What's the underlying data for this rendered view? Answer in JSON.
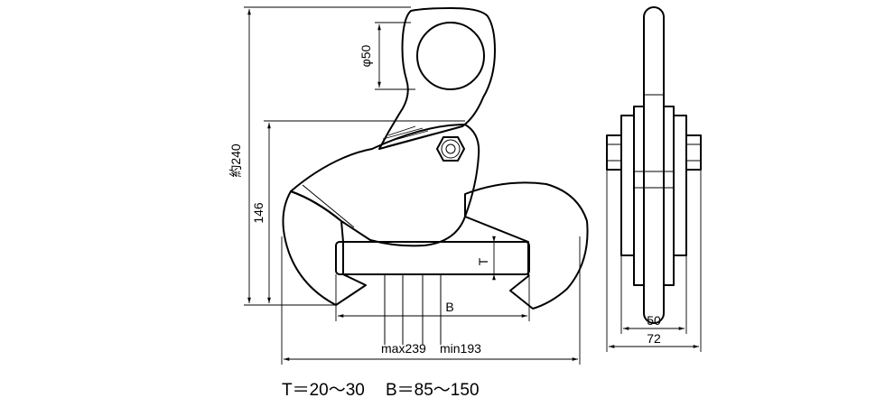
{
  "dimensions": {
    "eye_diameter": "φ50",
    "overall_height": "約240",
    "jaw_height": "146",
    "plate_thickness": "T",
    "plate_width": "B",
    "opening_max": "max239",
    "opening_min": "min193",
    "inner_width": "50",
    "outer_width": "72"
  },
  "spec": {
    "t_range": "T＝20～30",
    "b_range": "B＝85～150"
  }
}
